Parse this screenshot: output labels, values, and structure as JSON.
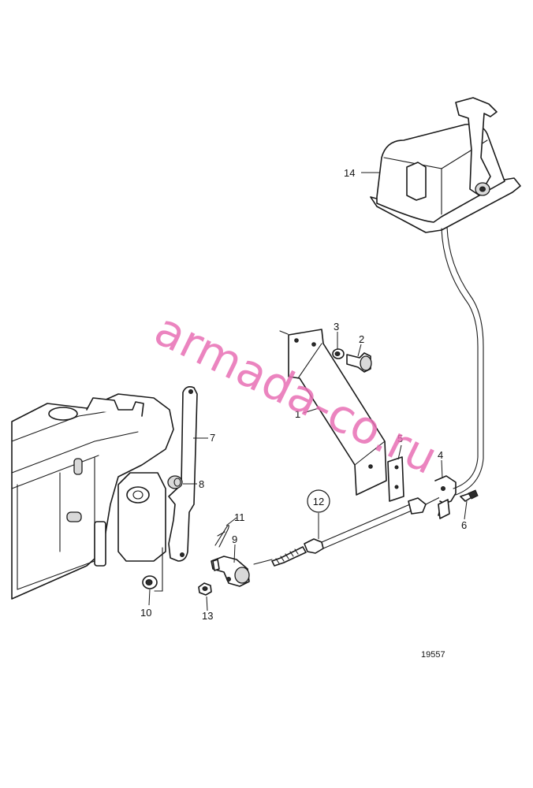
{
  "callouts": {
    "c1": "1",
    "c2": "2",
    "c3": "3",
    "c4": "4",
    "c5": "5",
    "c6": "6",
    "c7": "7",
    "c8": "8",
    "c9": "9",
    "c10": "10",
    "c11": "11",
    "c12": "12",
    "c13": "13",
    "c14": "14"
  },
  "figure_number": "19557",
  "watermark": "armada-co.ru",
  "colors": {
    "line": "#1a1a1a",
    "watermark": "#e86fb5",
    "background": "#ffffff"
  }
}
